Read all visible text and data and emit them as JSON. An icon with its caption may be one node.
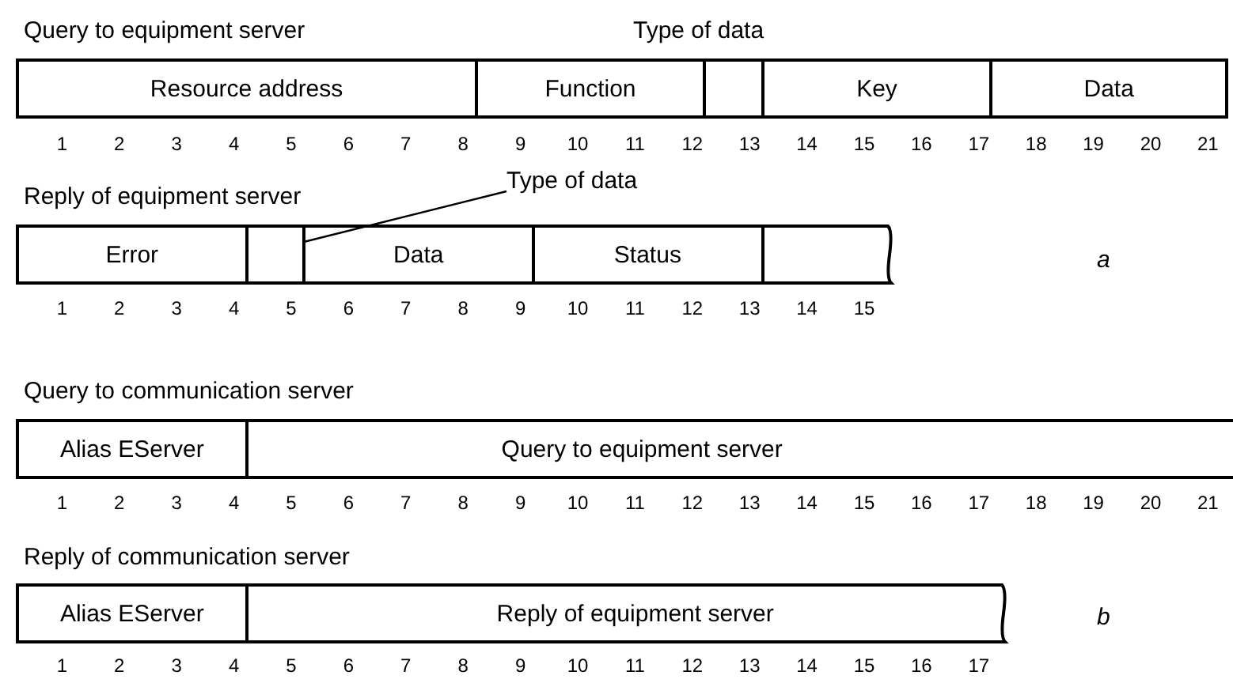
{
  "diagram": {
    "nodes": [
      {
        "text": [
          "Resource address"
        ]
      },
      {
        "text": [
          "Function"
        ]
      },
      {
        "text": [],
        "shape": "box"
      },
      {
        "text": [
          "Key"
        ]
      },
      {
        "text": [
          "Data"
        ]
      },
      {
        "text": [
          "Error"
        ]
      },
      {
        "text": [],
        "shape": "box"
      },
      {
        "text": [
          "Data"
        ]
      },
      {
        "text": [
          "Status"
        ]
      },
      {
        "text": [],
        "shape": "box"
      },
      {
        "text": [
          "Type of data"
        ]
      },
      {
        "text": [
          "Alias EServer"
        ]
      },
      {
        "text": [
          "Query to equipment server"
        ]
      },
      {
        "text": [
          "Alias EServer"
        ]
      },
      {
        "text": [
          "Reply of equipment server"
        ]
      }
    ],
    "edges": [
      {
        "from": 10,
        "to": 6,
        "arrow": "none"
      }
    ],
    "labels": [
      "Query to equipment server",
      "Type of data",
      "1",
      "2",
      "3",
      "4",
      "5",
      "6",
      "7",
      "8",
      "9",
      "10",
      "11",
      "12",
      "13",
      "14",
      "15",
      "16",
      "17",
      "18",
      "19",
      "20",
      "21",
      "Reply of equipment server",
      "1",
      "2",
      "3",
      "4",
      "5",
      "6",
      "7",
      "8",
      "9",
      "10",
      "11",
      "12",
      "13",
      "14",
      "15",
      "a",
      "Query to communication server",
      "1",
      "2",
      "3",
      "4",
      "5",
      "6",
      "7",
      "8",
      "9",
      "10",
      "11",
      "12",
      "13",
      "14",
      "15",
      "16",
      "17",
      "18",
      "19",
      "20",
      "21",
      "Reply of communication server",
      "1",
      "2",
      "3",
      "4",
      "5",
      "6",
      "7",
      "8",
      "9",
      "10",
      "11",
      "12",
      "13",
      "14",
      "15",
      "16",
      "17",
      "b"
    ]
  }
}
